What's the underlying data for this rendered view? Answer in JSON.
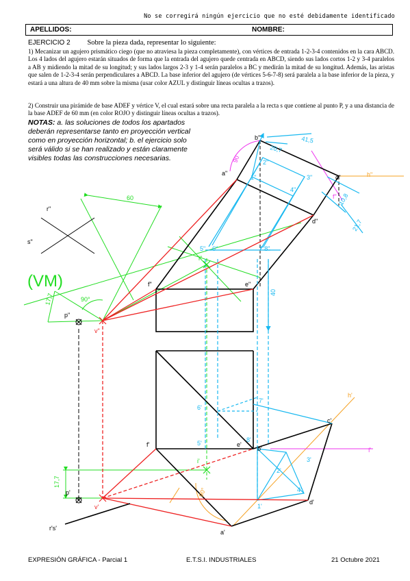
{
  "header": {
    "warning": "No se corregirá ningún ejercicio que no esté debidamente identificado",
    "apellidos_label": "APELLIDOS:",
    "nombre_label": "NOMBRE:"
  },
  "exercise": {
    "number": "EJERCICIO 2",
    "title": "Sobre la pieza dada, representar lo siguiente:",
    "p1": "1) Mecanizar un agujero prismático ciego (que no atraviesa la pieza completamente), con vértices de entrada 1-2-3-4 contenidos en la cara ABCD. Los 4 lados del agujero estarán situados de forma que la entrada del agujero quede centrada en ABCD, siendo sus lados cortos 1-2 y 3-4 paralelos a AB y midiendo la mitad de su longitud; y sus lados largos 2-3 y 1-4 serán paralelos a BC y medirán la mitad de su longitud. Además, las aristas que salen de 1-2-3-4 serán perpendiculares a ABCD. La base inferior del agujero (de vértices 5-6-7-8) será paralela a la base inferior de la pieza, y estará a una altura de 40 mm sobre la misma (usar color AZUL y distinguir líneas ocultas a trazos).",
    "p2": "2) Construir una pirámide de base ADEF y vértice V, el cual estará sobre una recta paralela a la recta s que contiene al punto P, y a una distancia de la base ADEF de 60 mm (en color ROJO y distinguir líneas ocultas a trazos)."
  },
  "notes": {
    "label": "NOTAS:",
    "text": "a. las soluciones de todos los apartados deberán representarse tanto en proyección vertical como en proyección horizontal; b. el ejercicio solo será válido si se han realizado y están claramente visibles todas las construcciones necesarias."
  },
  "drawing": {
    "vm": "(VM)",
    "dims": {
      "d60": "60",
      "d40": "40",
      "d41_5": "41,5",
      "d20_7": "20,7",
      "d10_8": "10,8",
      "d21_7": "21,7",
      "d90_top": "90",
      "d90a": "90°",
      "d90b": "90°",
      "d17_7a": "17,7",
      "d17_7b": "17,7"
    },
    "labels_v": {
      "r": "r\"",
      "s": "s\"",
      "a": "a\"",
      "b": "b\"",
      "c": "c\"",
      "d": "d\"",
      "e": "e\"",
      "f": "f\"",
      "h": "h\"",
      "i": "i\"",
      "p": "p\"",
      "v": "v\"",
      "n1": "1\"",
      "n2": "2\"",
      "n3": "3\"",
      "n4": "4\"",
      "n5": "5\"",
      "n6": "6\"",
      "n78": "7\"8\"",
      "fprime": "f\""
    },
    "labels_h": {
      "rs": "r's'",
      "a": "a'",
      "b": "b'",
      "c": "c'",
      "d": "d'",
      "e": "e'",
      "f": "f'",
      "h": "h'",
      "i": "i'",
      "p": "p'",
      "v": "v'",
      "n1": "1'",
      "n2": "2'",
      "n3": "3'",
      "n4": "4'",
      "n5": "5'",
      "n6": "6'",
      "n7": "7'",
      "n8": "8'",
      "fm": "f'"
    }
  },
  "footer": {
    "left": "EXPRESIÓN GRÁFICA - Parcial 1",
    "center": "E.T.S.I. INDUSTRIALES",
    "right": "21 Octubre 2021"
  },
  "colors": {
    "green": "#22dd22",
    "blue": "#18b8f0",
    "red": "#ee2222",
    "orange": "#f5a020",
    "magenta": "#ee33ee"
  }
}
